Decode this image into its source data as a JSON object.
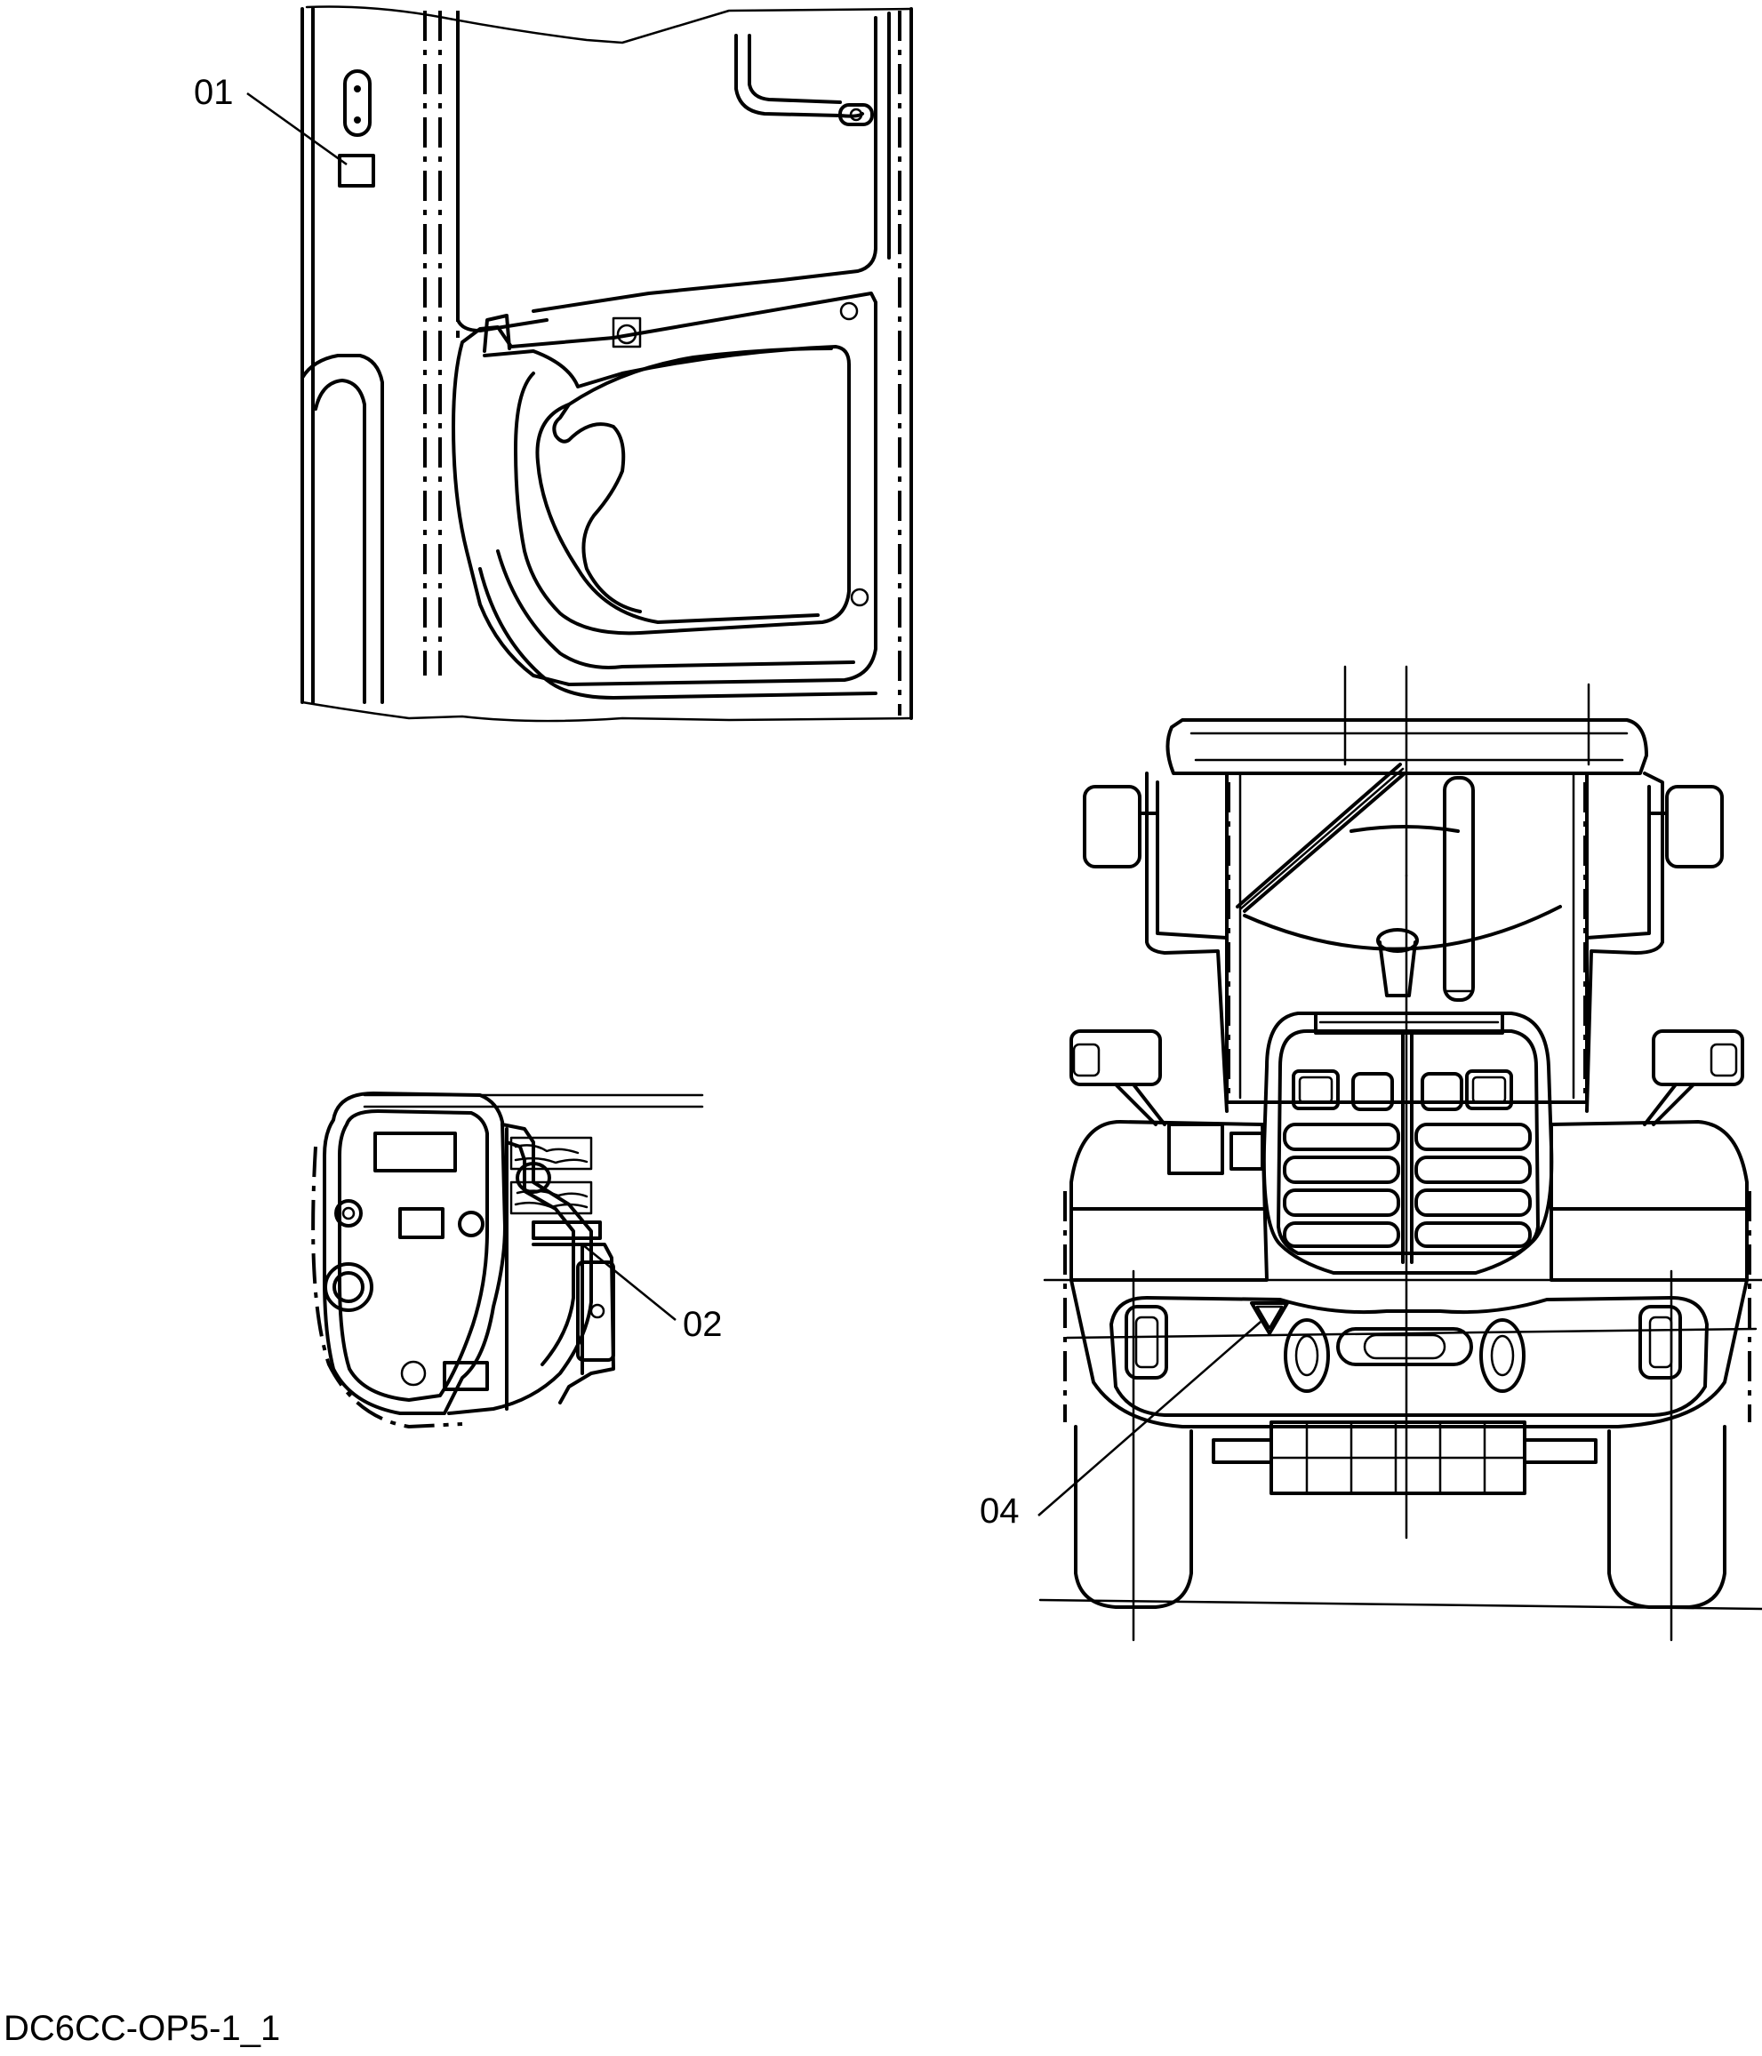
{
  "callouts": {
    "c01": "01",
    "c02": "02",
    "c04": "04"
  },
  "drawing_id": "DC6CC-OP5-1_1"
}
